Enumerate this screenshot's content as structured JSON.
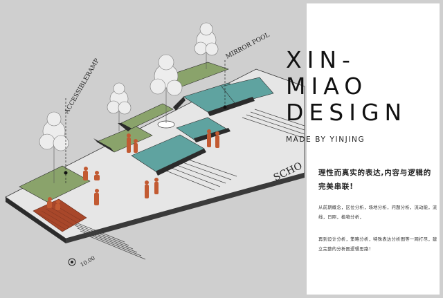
{
  "labels": {
    "accessible_ramp": "ACCESSIBLERAMP",
    "mirror_pool": "MIRROR POOL",
    "school": "SCHO",
    "scale": "10.00"
  },
  "card": {
    "title_lines": [
      "XIN-",
      "MIAO",
      "DESIGN"
    ],
    "made_by": "MADE BY YINJING",
    "headline": "理性而真实的表达,内容与逻辑的完美串联!",
    "paragraph_1": "从前期概念，区位分析，场地分析，问题分析，流动能，流线，日照，植物分析，",
    "paragraph_2": "再到设计分析，策略分析，特殊表达分析图等一网打尽，建立完整的分析图逻辑思路！"
  },
  "colors": {
    "background": "#cfcfcf",
    "card": "#ffffff",
    "water": "#5fa3a0",
    "grass": "#8aa36b",
    "people": "#c25a32",
    "wood": "#a8472a",
    "dark_edge": "#2b2b2b"
  }
}
